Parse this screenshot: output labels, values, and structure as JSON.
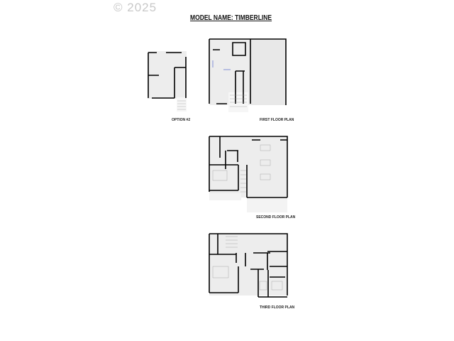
{
  "copyright": "© 2025",
  "title": "MODEL NAME: TIMBERLINE",
  "plans": [
    {
      "label": "OPTION #2"
    },
    {
      "label": "FIRST FLOOR PLAN"
    },
    {
      "label": "SECOND FLOOR PLAN"
    },
    {
      "label": "THIRD FLOOR PLAN"
    }
  ],
  "colors": {
    "wall": "#000000",
    "floor": "#ededed",
    "accent": "#3a4fc9"
  }
}
